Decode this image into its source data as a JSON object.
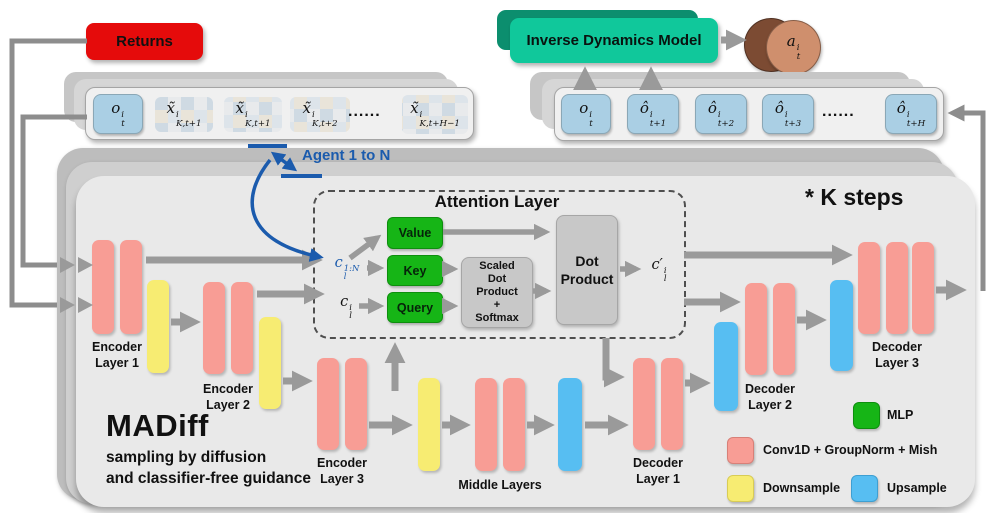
{
  "returns_label": "Returns",
  "agent_range_label": "Agent 1 to N",
  "k_steps_label": "* K steps",
  "idm": {
    "label": "Inverse Dynamics Model"
  },
  "action_token": {
    "base": "a",
    "sup": "i",
    "sub": "t"
  },
  "noisy_row": {
    "tokens": [
      {
        "base": "o",
        "sup": "i",
        "sub": "t"
      },
      {
        "base": "x̃",
        "sup": "i",
        "sub": "K,t+1"
      },
      {
        "base": "x̃",
        "sup": "i",
        "sub": "K,t+1"
      },
      {
        "base": "x̃",
        "sup": "i",
        "sub": "K,t+2"
      },
      {
        "dots": "......"
      },
      {
        "base": "x̃",
        "sup": "i",
        "sub": "K,t+H−1"
      }
    ]
  },
  "pred_row": {
    "tokens": [
      {
        "base": "o",
        "sup": "i",
        "sub": "t"
      },
      {
        "base": "ô",
        "sup": "i",
        "sub": "t+1"
      },
      {
        "base": "ô",
        "sup": "i",
        "sub": "t+2"
      },
      {
        "base": "ô",
        "sup": "i",
        "sub": "t+3"
      },
      {
        "dots": "......"
      },
      {
        "base": "ô",
        "sup": "i",
        "sub": "t+H"
      }
    ]
  },
  "attention": {
    "title": "Attention Layer",
    "value_label": "Value",
    "key_label": "Key",
    "query_label": "Query",
    "scaled_lines": [
      "Scaled",
      "Dot",
      "Product",
      "+",
      "Softmax"
    ],
    "dot_label": "Dot Product",
    "input_multi": {
      "base": "c",
      "sup": "1:N",
      "sub": "l"
    },
    "input_single": {
      "base": "c",
      "sup": "i",
      "sub": "l"
    },
    "output": {
      "base": "c′",
      "sup": "i",
      "sub": "l"
    }
  },
  "unet": {
    "encoder1": "Encoder Layer 1",
    "encoder2": "Encoder Layer 2",
    "encoder3": "Encoder Layer 3",
    "middle": "Middle Layers",
    "decoder1": "Decoder Layer 1",
    "decoder2": "Decoder Layer 2",
    "decoder3": "Decoder Layer 3"
  },
  "branding": {
    "title": "MADiff",
    "line1": "sampling by diffusion",
    "line2": "and classifier-free guidance"
  },
  "legend": {
    "mlp": "MLP",
    "conv": "Conv1D + GroupNorm + Mish",
    "down": "Downsample",
    "up": "Upsample"
  },
  "colors": {
    "returns_red": "#e50b0b",
    "idm_teal": "#10c89b",
    "idm_teal_back": "#0c8e6e",
    "conv_pink": "#f89d95",
    "downsample_yellow": "#f7ec72",
    "upsample_blue": "#57bef2",
    "mlp_green": "#16b516",
    "obs_blue": "#aacfe4",
    "action_brown": "#cf8f6d",
    "annotation_blue": "#1b5bad",
    "arrow_gray": "#9a9a9a"
  }
}
